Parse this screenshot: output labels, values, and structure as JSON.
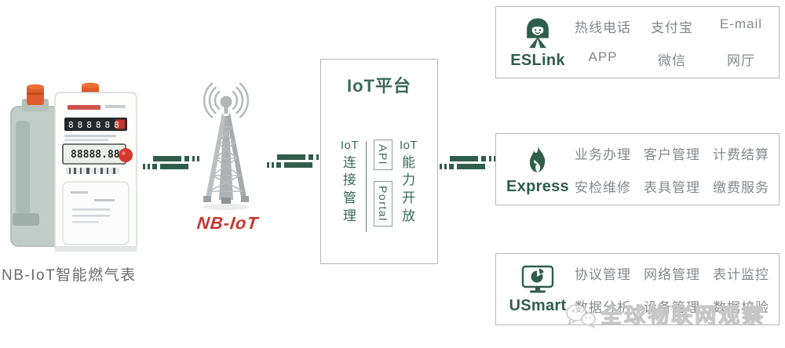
{
  "meter": {
    "caption": "NB-IoT智能燃气表",
    "lcd": "88888.88",
    "counter": "888888"
  },
  "tower": {
    "logo": "NB-IoT"
  },
  "platform": {
    "title": "IoT平台",
    "left_label": [
      "IoT",
      "连",
      "接",
      "管",
      "理"
    ],
    "api": "API",
    "portal": "Portal",
    "right_label": [
      "IoT",
      "能",
      "力",
      "开",
      "放"
    ]
  },
  "channels": [
    {
      "name": "ESLink",
      "icon": "customer-service-agent",
      "row1": [
        "热线电话",
        "支付宝",
        "E-mail"
      ],
      "row2": [
        "APP",
        "微信",
        "网厅"
      ]
    },
    {
      "name": "Express",
      "icon": "flame",
      "row1": [
        "业务办理",
        "客户管理",
        "计费结算"
      ],
      "row2": [
        "安检维修",
        "表具管理",
        "缴费服务"
      ]
    },
    {
      "name": "USmart",
      "icon": "monitor-pie-chart",
      "row1": [
        "协议管理",
        "网络管理",
        "表计监控"
      ],
      "row2": [
        "数据分析",
        "设备管理",
        "数据校验"
      ]
    }
  ],
  "watermark": {
    "text": "全球物联网观察"
  },
  "colors": {
    "accent_green": "#2f5d4c",
    "title_green": "#3c6a56",
    "item_gray": "#85898b",
    "border_gray": "#b4b7b9",
    "brand_red": "#c5352b"
  }
}
